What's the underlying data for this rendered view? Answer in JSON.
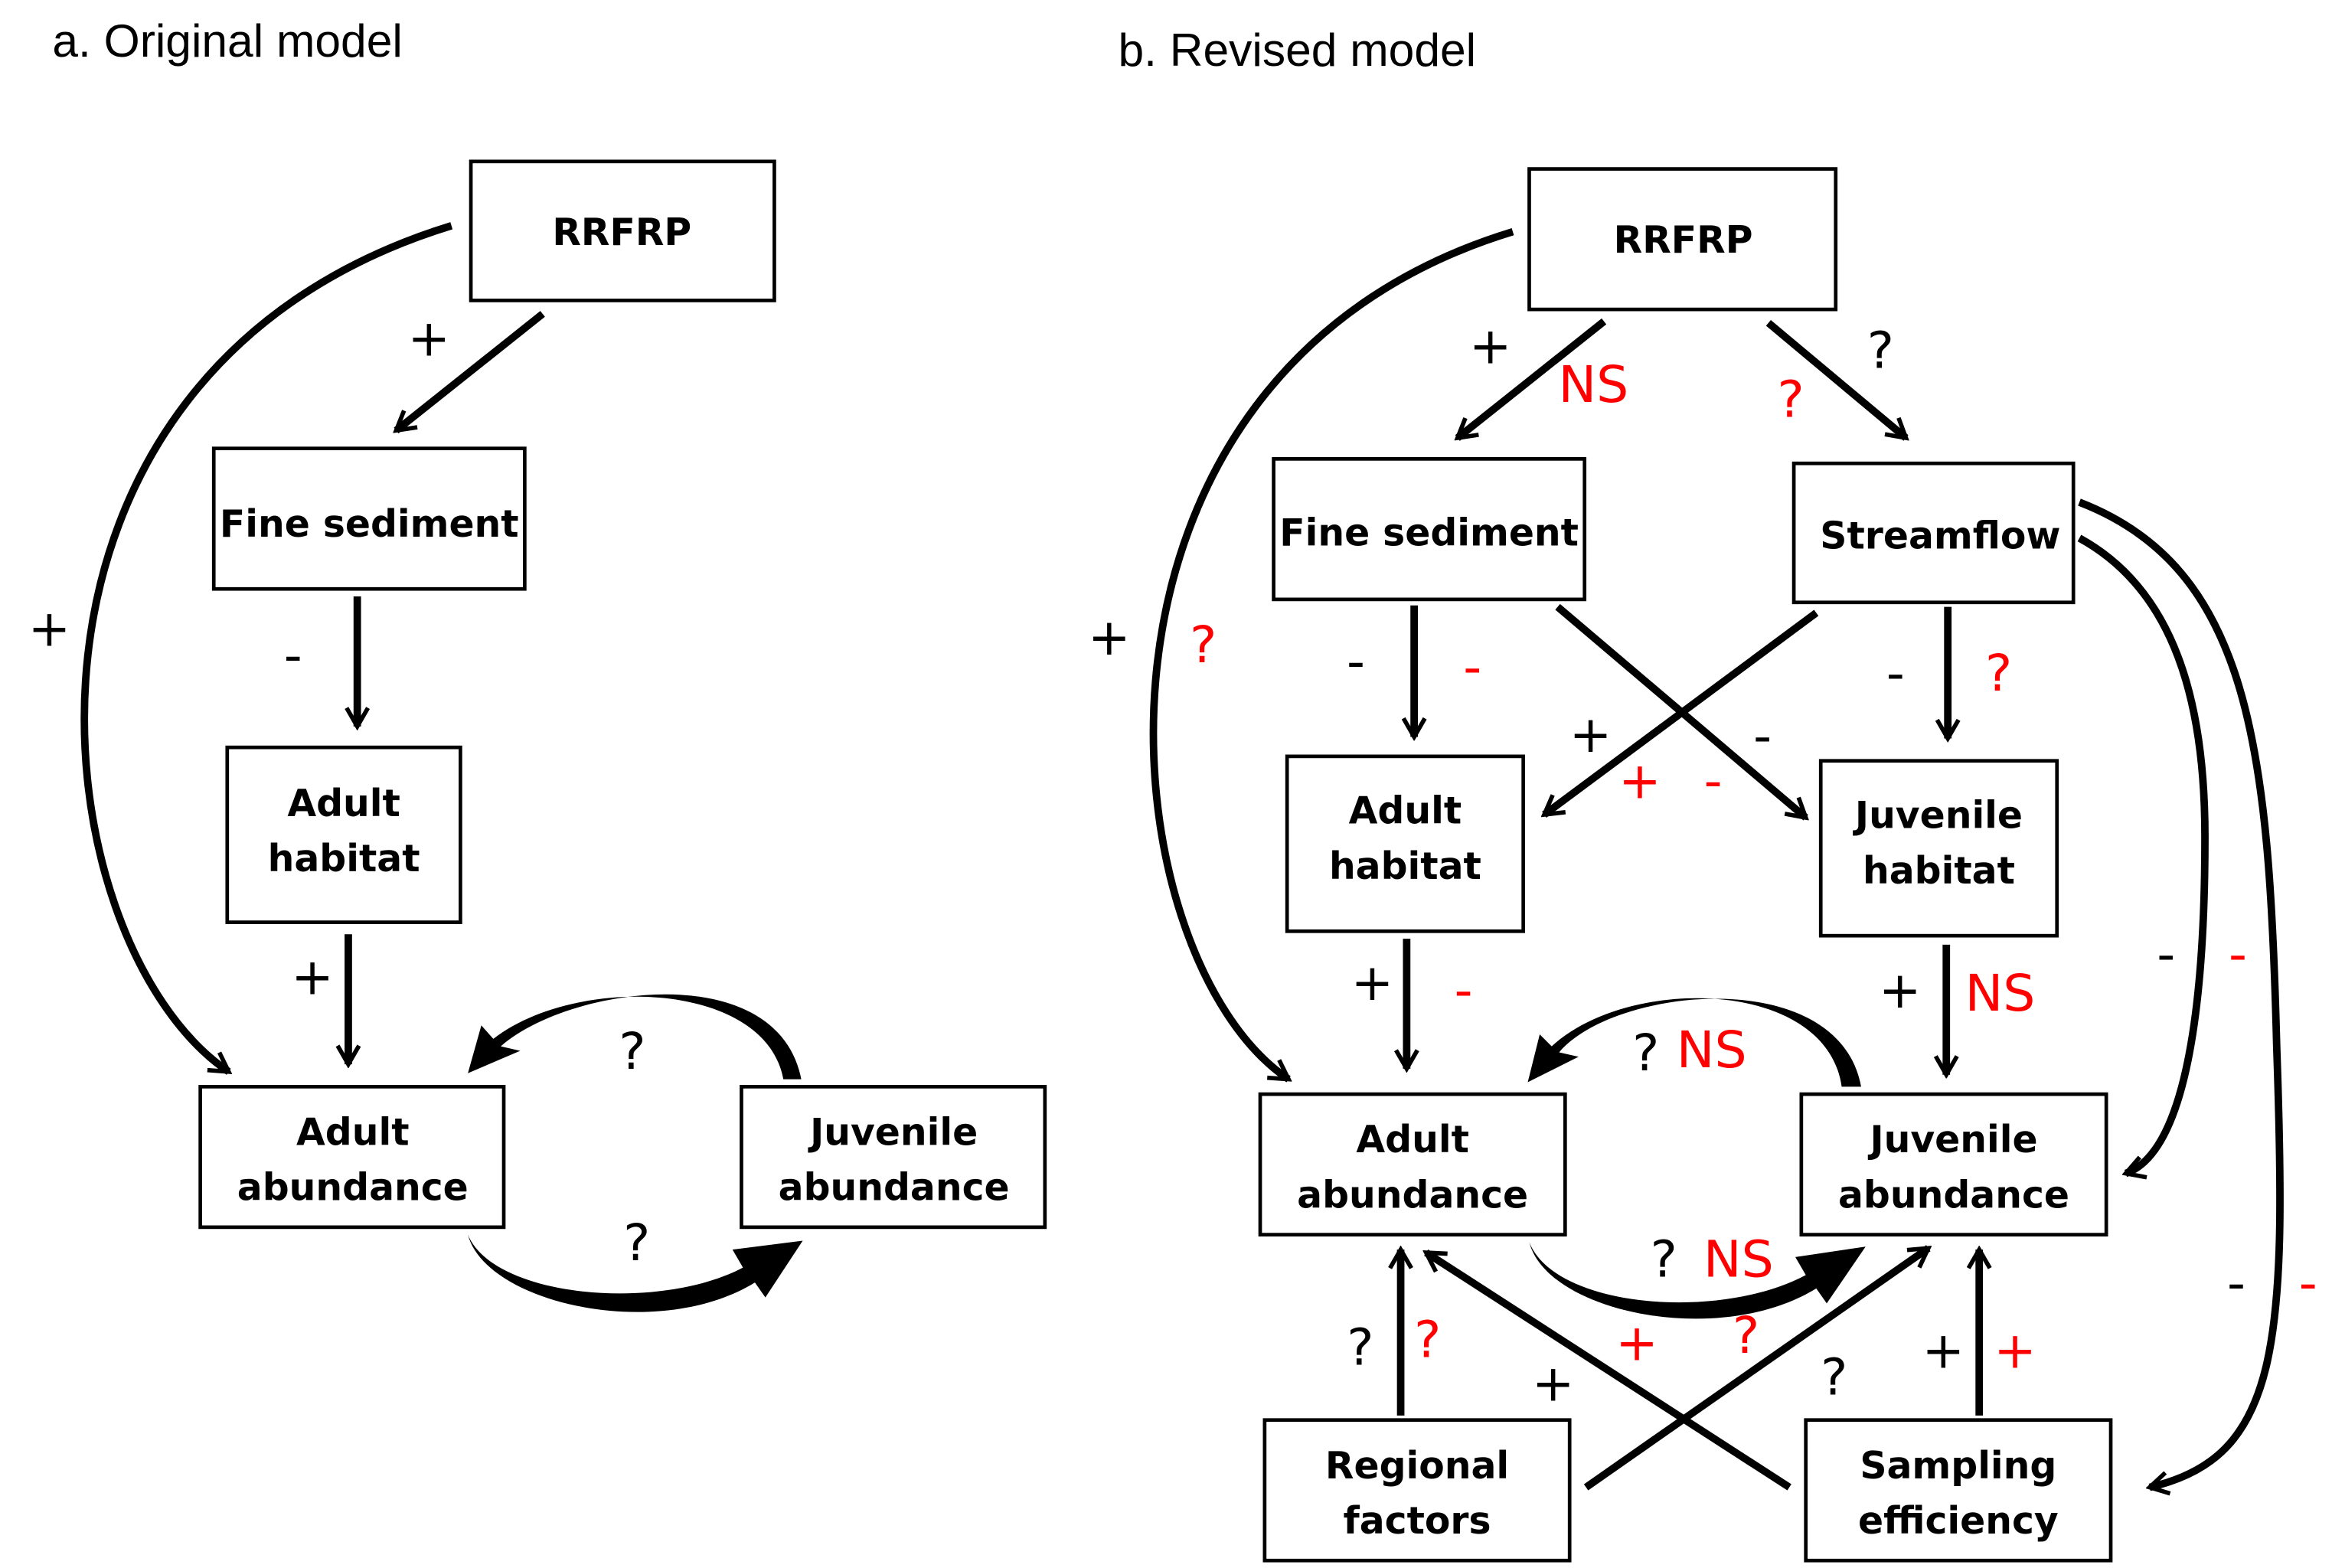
{
  "panels": [
    {
      "id": "a",
      "title": "a. Original model",
      "nodes": [
        {
          "id": "rrfrp",
          "lines": [
            "RRFRP"
          ]
        },
        {
          "id": "fine_sediment",
          "lines": [
            "Fine sediment"
          ]
        },
        {
          "id": "adult_habitat",
          "lines": [
            "Adult",
            "habitat"
          ]
        },
        {
          "id": "adult_abundance",
          "lines": [
            "Adult",
            "abundance"
          ]
        },
        {
          "id": "juvenile_abundance",
          "lines": [
            "Juvenile",
            "abundance"
          ]
        }
      ],
      "edges": [
        {
          "id": "rrfrp-to-fine-sediment",
          "from": "rrfrp",
          "to": "fine_sediment"
        },
        {
          "id": "fine-sediment-to-adult-habitat",
          "from": "fine_sediment",
          "to": "adult_habitat"
        },
        {
          "id": "adult-habitat-to-adult-abundance",
          "from": "adult_habitat",
          "to": "adult_abundance"
        },
        {
          "id": "rrfrp-to-adult-abundance",
          "from": "rrfrp",
          "to": "adult_abundance"
        },
        {
          "id": "juvenile-to-adult-abundance",
          "from": "juvenile_abundance",
          "to": "adult_abundance"
        },
        {
          "id": "adult-to-juvenile-abundance",
          "from": "adult_abundance",
          "to": "juvenile_abundance"
        }
      ],
      "labels": [
        {
          "text": "+",
          "color": "#000000"
        },
        {
          "text": "-",
          "color": "#000000"
        },
        {
          "text": "+",
          "color": "#000000"
        },
        {
          "text": "+",
          "color": "#000000"
        },
        {
          "text": "?",
          "color": "#000000"
        },
        {
          "text": "?",
          "color": "#000000"
        }
      ]
    },
    {
      "id": "b",
      "title": "b. Revised model",
      "nodes": [
        {
          "id": "rrfrp",
          "lines": [
            "RRFRP"
          ]
        },
        {
          "id": "fine_sediment",
          "lines": [
            "Fine sediment"
          ]
        },
        {
          "id": "streamflow",
          "lines": [
            "Streamflow"
          ]
        },
        {
          "id": "adult_habitat",
          "lines": [
            "Adult",
            "habitat"
          ]
        },
        {
          "id": "juvenile_habitat",
          "lines": [
            "Juvenile",
            "habitat"
          ]
        },
        {
          "id": "adult_abundance",
          "lines": [
            "Adult",
            "abundance"
          ]
        },
        {
          "id": "juvenile_abundance",
          "lines": [
            "Juvenile",
            "abundance"
          ]
        },
        {
          "id": "regional_factors",
          "lines": [
            "Regional",
            "factors"
          ]
        },
        {
          "id": "sampling_efficiency",
          "lines": [
            "Sampling",
            "efficiency"
          ]
        }
      ],
      "edges": [
        {
          "id": "rrfrp-to-fine-sediment",
          "from": "rrfrp",
          "to": "fine_sediment"
        },
        {
          "id": "rrfrp-to-streamflow",
          "from": "rrfrp",
          "to": "streamflow"
        },
        {
          "id": "rrfrp-to-adult-abundance",
          "from": "rrfrp",
          "to": "adult_abundance"
        },
        {
          "id": "fine-sediment-to-adult-habitat",
          "from": "fine_sediment",
          "to": "adult_habitat"
        },
        {
          "id": "fine-sediment-to-juvenile-habitat",
          "from": "fine_sediment",
          "to": "juvenile_habitat"
        },
        {
          "id": "streamflow-to-adult-habitat",
          "from": "streamflow",
          "to": "adult_habitat"
        },
        {
          "id": "streamflow-to-juvenile-habitat",
          "from": "streamflow",
          "to": "juvenile_habitat"
        },
        {
          "id": "streamflow-to-juvenile-abundance",
          "from": "streamflow",
          "to": "juvenile_abundance"
        },
        {
          "id": "streamflow-to-sampling-efficiency",
          "from": "streamflow",
          "to": "sampling_efficiency"
        },
        {
          "id": "adult-habitat-to-adult-abundance",
          "from": "adult_habitat",
          "to": "adult_abundance"
        },
        {
          "id": "juvenile-habitat-to-juvenile-abundance",
          "from": "juvenile_habitat",
          "to": "juvenile_abundance"
        },
        {
          "id": "juvenile-to-adult-abundance",
          "from": "juvenile_abundance",
          "to": "adult_abundance"
        },
        {
          "id": "adult-to-juvenile-abundance",
          "from": "adult_abundance",
          "to": "juvenile_abundance"
        },
        {
          "id": "regional-factors-to-adult-abundance",
          "from": "regional_factors",
          "to": "adult_abundance"
        },
        {
          "id": "regional-factors-to-juvenile-abundance",
          "from": "regional_factors",
          "to": "juvenile_abundance"
        },
        {
          "id": "sampling-efficiency-to-adult-abundance",
          "from": "sampling_efficiency",
          "to": "adult_abundance"
        },
        {
          "id": "sampling-efficiency-to-juvenile-abundance",
          "from": "sampling_efficiency",
          "to": "juvenile_abundance"
        }
      ],
      "labels": [
        {
          "text": "+",
          "color": "#000000"
        },
        {
          "text": "NS",
          "color": "#ff0000"
        },
        {
          "text": "?",
          "color": "#000000"
        },
        {
          "text": "?",
          "color": "#ff0000"
        },
        {
          "text": "+",
          "color": "#000000"
        },
        {
          "text": "?",
          "color": "#ff0000"
        },
        {
          "text": "-",
          "color": "#000000"
        },
        {
          "text": "-",
          "color": "#ff0000"
        },
        {
          "text": "+",
          "color": "#000000"
        },
        {
          "text": "+",
          "color": "#ff0000"
        },
        {
          "text": "-",
          "color": "#000000"
        },
        {
          "text": "-",
          "color": "#ff0000"
        },
        {
          "text": "-",
          "color": "#000000"
        },
        {
          "text": "?",
          "color": "#ff0000"
        },
        {
          "text": "+",
          "color": "#000000"
        },
        {
          "text": "-",
          "color": "#ff0000"
        },
        {
          "text": "+",
          "color": "#000000"
        },
        {
          "text": "NS",
          "color": "#ff0000"
        },
        {
          "text": "?",
          "color": "#000000"
        },
        {
          "text": "NS",
          "color": "#ff0000"
        },
        {
          "text": "?",
          "color": "#000000"
        },
        {
          "text": "NS",
          "color": "#ff0000"
        },
        {
          "text": "-",
          "color": "#000000"
        },
        {
          "text": "-",
          "color": "#ff0000"
        },
        {
          "text": "-",
          "color": "#000000"
        },
        {
          "text": "-",
          "color": "#ff0000"
        },
        {
          "text": "?",
          "color": "#000000"
        },
        {
          "text": "?",
          "color": "#ff0000"
        },
        {
          "text": "+",
          "color": "#000000"
        },
        {
          "text": "+",
          "color": "#ff0000"
        },
        {
          "text": "?",
          "color": "#ff0000"
        },
        {
          "text": "?",
          "color": "#000000"
        },
        {
          "text": "+",
          "color": "#000000"
        },
        {
          "text": "+",
          "color": "#ff0000"
        }
      ]
    }
  ]
}
